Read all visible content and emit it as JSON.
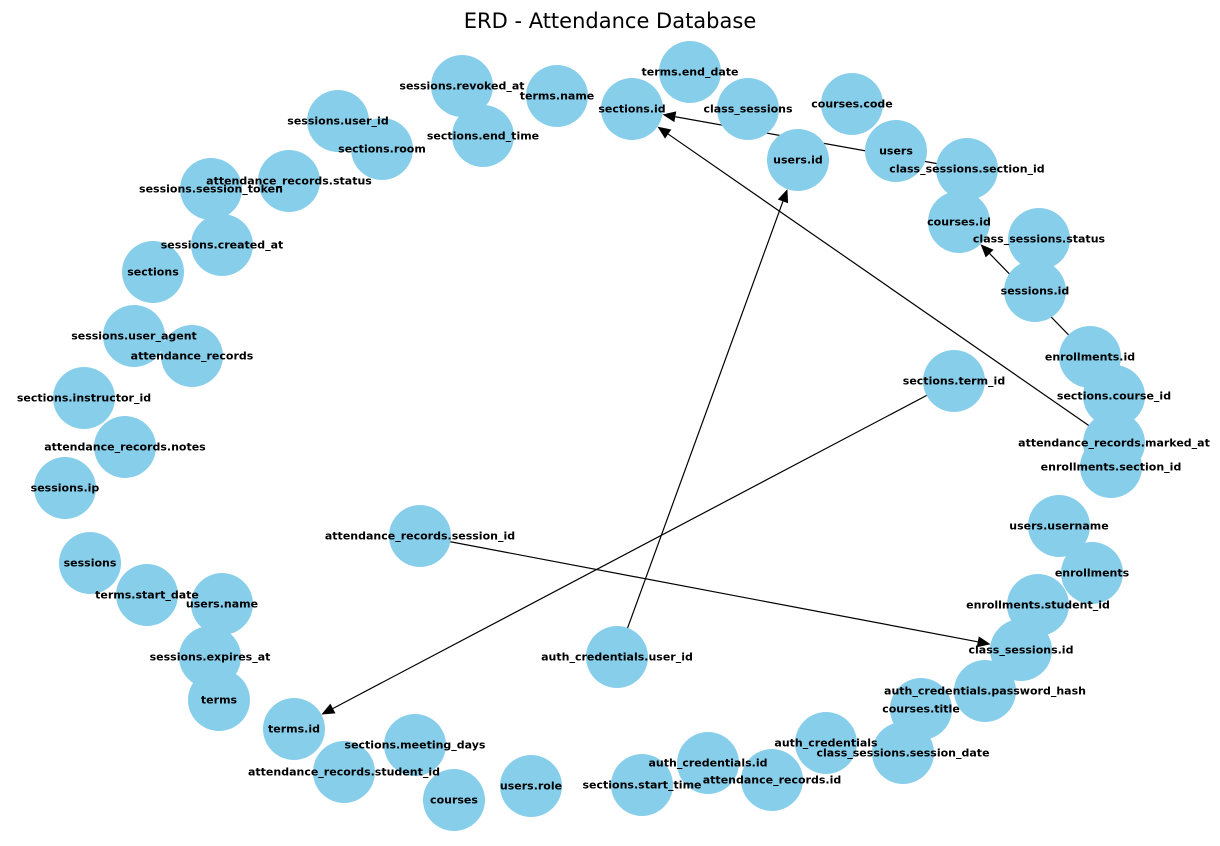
{
  "title": "ERD - Attendance Database",
  "colors": {
    "node": "#87ceeb",
    "edge": "#000000",
    "text": "#000000"
  },
  "nodes": [
    {
      "id": "terms.end_date",
      "label": "terms.end_date"
    },
    {
      "id": "sessions.revoked_at",
      "label": "sessions.revoked_at"
    },
    {
      "id": "terms.name",
      "label": "terms.name"
    },
    {
      "id": "sections.id",
      "label": "sections.id"
    },
    {
      "id": "class_sessions",
      "label": "class_sessions"
    },
    {
      "id": "courses.code",
      "label": "courses.code"
    },
    {
      "id": "sessions.user_id",
      "label": "sessions.user_id"
    },
    {
      "id": "sections.end_time",
      "label": "sections.end_time"
    },
    {
      "id": "sections.room",
      "label": "sections.room"
    },
    {
      "id": "users.id",
      "label": "users.id"
    },
    {
      "id": "users",
      "label": "users"
    },
    {
      "id": "class_sessions.section_id",
      "label": "class_sessions.section_id"
    },
    {
      "id": "attendance_records.status",
      "label": "attendance_records.status"
    },
    {
      "id": "sessions.session_token",
      "label": "sessions.session_token"
    },
    {
      "id": "courses.id",
      "label": "courses.id"
    },
    {
      "id": "class_sessions.status",
      "label": "class_sessions.status"
    },
    {
      "id": "sessions.created_at",
      "label": "sessions.created_at"
    },
    {
      "id": "sections",
      "label": "sections"
    },
    {
      "id": "sessions.id",
      "label": "sessions.id"
    },
    {
      "id": "sessions.user_agent",
      "label": "sessions.user_agent"
    },
    {
      "id": "attendance_records",
      "label": "attendance_records"
    },
    {
      "id": "enrollments.id",
      "label": "enrollments.id"
    },
    {
      "id": "sections.term_id",
      "label": "sections.term_id"
    },
    {
      "id": "sections.instructor_id",
      "label": "sections.instructor_id"
    },
    {
      "id": "sections.course_id",
      "label": "sections.course_id"
    },
    {
      "id": "attendance_records.notes",
      "label": "attendance_records.notes"
    },
    {
      "id": "attendance_records.marked_at",
      "label": "attendance_records.marked_at"
    },
    {
      "id": "enrollments.section_id",
      "label": "enrollments.section_id"
    },
    {
      "id": "sessions.ip",
      "label": "sessions.ip"
    },
    {
      "id": "attendance_records.session_id",
      "label": "attendance_records.session_id"
    },
    {
      "id": "users.username",
      "label": "users.username"
    },
    {
      "id": "sessions",
      "label": "sessions"
    },
    {
      "id": "enrollments",
      "label": "enrollments"
    },
    {
      "id": "terms.start_date",
      "label": "terms.start_date"
    },
    {
      "id": "users.name",
      "label": "users.name"
    },
    {
      "id": "enrollments.student_id",
      "label": "enrollments.student_id"
    },
    {
      "id": "class_sessions.id",
      "label": "class_sessions.id"
    },
    {
      "id": "sessions.expires_at",
      "label": "sessions.expires_at"
    },
    {
      "id": "auth_credentials.user_id",
      "label": "auth_credentials.user_id"
    },
    {
      "id": "auth_credentials.password_hash",
      "label": "auth_credentials.password_hash"
    },
    {
      "id": "terms",
      "label": "terms"
    },
    {
      "id": "courses.title",
      "label": "courses.title"
    },
    {
      "id": "terms.id",
      "label": "terms.id"
    },
    {
      "id": "auth_credentials",
      "label": "auth_credentials"
    },
    {
      "id": "sections.meeting_days",
      "label": "sections.meeting_days"
    },
    {
      "id": "class_sessions.session_date",
      "label": "class_sessions.session_date"
    },
    {
      "id": "auth_credentials.id",
      "label": "auth_credentials.id"
    },
    {
      "id": "attendance_records.student_id",
      "label": "attendance_records.student_id"
    },
    {
      "id": "attendance_records.id",
      "label": "attendance_records.id"
    },
    {
      "id": "sections.start_time",
      "label": "sections.start_time"
    },
    {
      "id": "users.role",
      "label": "users.role"
    },
    {
      "id": "courses",
      "label": "courses"
    }
  ],
  "edges": [
    {
      "from": "class_sessions.section_id",
      "to": "sections.id"
    },
    {
      "from": "attendance_records.marked_at",
      "to": "sections.id"
    },
    {
      "from": "auth_credentials.user_id",
      "to": "users.id"
    },
    {
      "from": "enrollments.id",
      "to": "courses.id"
    },
    {
      "from": "sections.term_id",
      "to": "terms.id"
    },
    {
      "from": "attendance_records.session_id",
      "to": "class_sessions.id"
    }
  ]
}
